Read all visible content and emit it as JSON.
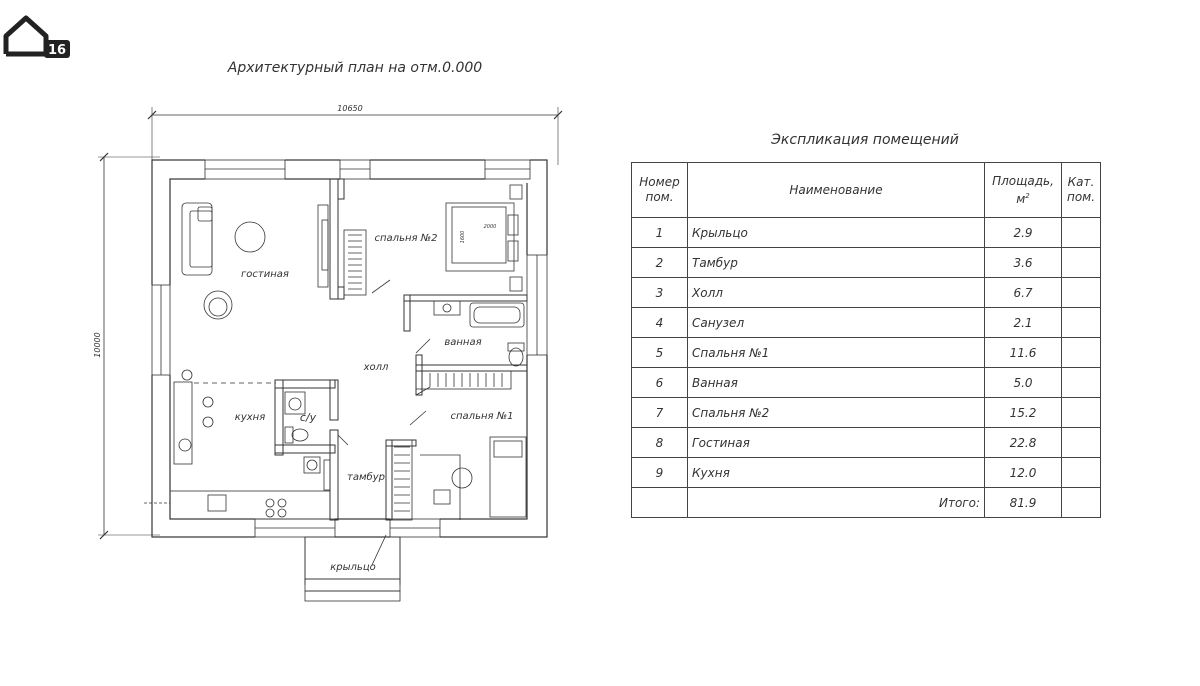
{
  "logo": {
    "number": "16"
  },
  "plan": {
    "title": "Архитектурный план на отм.0.000",
    "width_dim": "10650",
    "height_dim": "10000",
    "bed_length": "2000",
    "bed_width": "1600",
    "rooms": {
      "living": "гостиная",
      "bedroom2": "спальня №2",
      "bath": "ванная",
      "hall": "холл",
      "kitchen": "кухня",
      "wc": "с/у",
      "bedroom1": "спальня №1",
      "vestibule": "тамбур",
      "porch": "крыльцо"
    }
  },
  "table": {
    "title": "Экспликация помещений",
    "headers": {
      "num": "Номер пом.",
      "name": "Наименование",
      "area": "Площадь, м",
      "area_sup": "2",
      "cat": "Кат. пом."
    },
    "rows": [
      {
        "num": "1",
        "name": "Крыльцо",
        "area": "2.9",
        "cat": ""
      },
      {
        "num": "2",
        "name": "Тамбур",
        "area": "3.6",
        "cat": ""
      },
      {
        "num": "3",
        "name": "Холл",
        "area": "6.7",
        "cat": ""
      },
      {
        "num": "4",
        "name": "Санузел",
        "area": "2.1",
        "cat": ""
      },
      {
        "num": "5",
        "name": "Спальня №1",
        "area": "11.6",
        "cat": ""
      },
      {
        "num": "6",
        "name": "Ванная",
        "area": "5.0",
        "cat": ""
      },
      {
        "num": "7",
        "name": "Спальня №2",
        "area": "15.2",
        "cat": ""
      },
      {
        "num": "8",
        "name": "Гостиная",
        "area": "22.8",
        "cat": ""
      },
      {
        "num": "9",
        "name": "Кухня",
        "area": "12.0",
        "cat": ""
      }
    ],
    "total_label": "Итого:",
    "total_value": "81.9"
  }
}
